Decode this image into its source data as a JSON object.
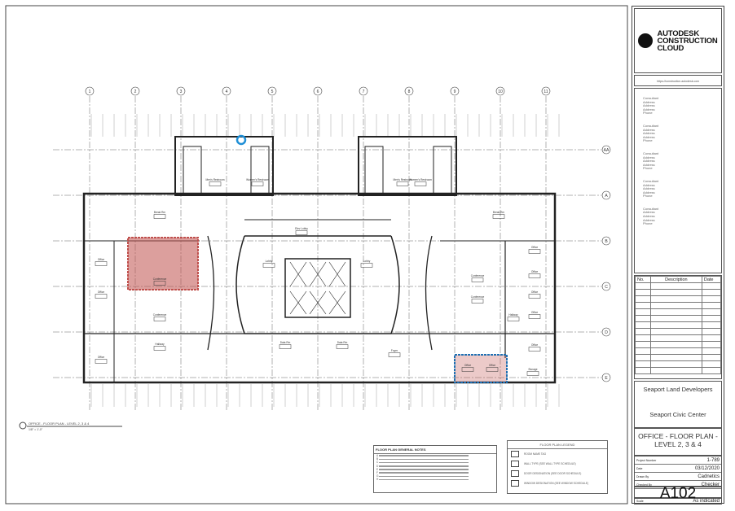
{
  "brand": {
    "logo_text": "AUTODESK CONSTRUCTION CLOUD",
    "url": "https://construction.autodesk.com"
  },
  "consultants": [
    [
      "Consultant",
      "Address",
      "Address",
      "Address",
      "Phone"
    ],
    [
      "Consultant",
      "Address",
      "Address",
      "Address",
      "Phone"
    ],
    [
      "Consultant",
      "Address",
      "Address",
      "Address",
      "Phone"
    ],
    [
      "Consultant",
      "Address",
      "Address",
      "Address",
      "Phone"
    ],
    [
      "Consultant",
      "Address",
      "Address",
      "Address",
      "Phone"
    ]
  ],
  "revisions": {
    "headers": [
      "No.",
      "Description",
      "Date"
    ]
  },
  "client": "Seaport Land Developers",
  "project": "Seaport Civic Center",
  "sheet_title": "OFFICE - FLOOR PLAN - LEVEL 2, 3 & 4",
  "meta": [
    {
      "label": "Project Number",
      "value": "1-789"
    },
    {
      "label": "Date",
      "value": "03/12/2020"
    },
    {
      "label": "Drawn By",
      "value": "Cadnetics"
    },
    {
      "label": "Checked By",
      "value": "Checker"
    }
  ],
  "sheet_number": "A102",
  "scale": {
    "label": "Scale",
    "value": "As indicated"
  },
  "view_title": "OFFICE - FLOOR PLAN - LEVEL 2, 3 & 4",
  "view_scale": "1/8\" = 1'-0\"",
  "grid": {
    "columns": [
      "1",
      "2",
      "3",
      "4",
      "5",
      "6",
      "7",
      "8",
      "9",
      "10",
      "11"
    ],
    "rows": [
      "AA",
      "A",
      "B",
      "C",
      "D",
      "E"
    ]
  },
  "rooms": [
    "Break Rm",
    "Conference",
    "Conference",
    "Office",
    "Office",
    "Office",
    "Hallway",
    "Lobby",
    "Lobby",
    "Men's Restroom",
    "Women's Restroom",
    "Men's Restroom",
    "Women's Restroom",
    "Data Rm",
    "Data Rm",
    "Elev Lobby",
    "Foyer",
    "Break Rm",
    "Conference",
    "Conference",
    "Office",
    "Office",
    "Office",
    "Office",
    "Office",
    "Hallway",
    "Office",
    "Office",
    "Storage"
  ],
  "notes": {
    "title": "FLOOR PLAN GENERAL NOTES",
    "items": [
      "A",
      "B",
      "C",
      "D",
      "E",
      "F",
      "G",
      "H"
    ]
  },
  "legend": {
    "title": "FLOOR PLAN LEGEND",
    "items": [
      "ROOM NAME TAG",
      "WALL TYPE (SEE WALL TYPE SCHEDULE)",
      "DOOR DESIGNATION (SEE DOOR SCHEDULE)",
      "WINDOW DESIGNATION (SEE WINDOW SCHEDULE)"
    ]
  },
  "markups": {
    "cloud_red": "#c0504d",
    "cloud_blue": "#1f6fb2"
  }
}
